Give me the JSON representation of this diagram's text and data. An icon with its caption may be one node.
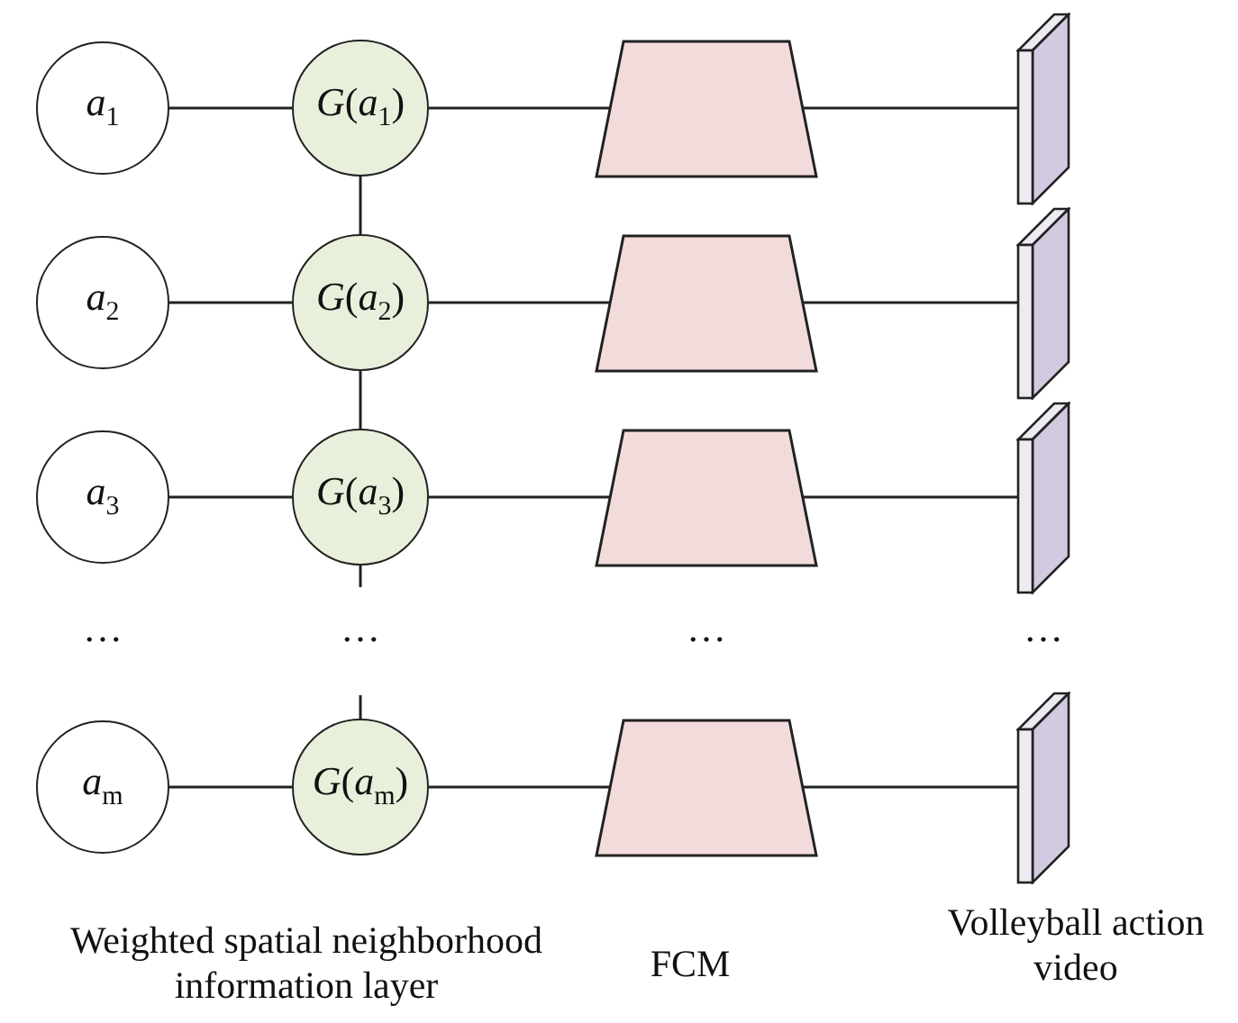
{
  "diagram": {
    "nodes": [
      {
        "text": [
          "*a*$_{1}$"
        ]
      },
      {
        "text": [
          "*G*(*a*$_{1}$)"
        ]
      },
      {
        "text": [],
        "shape": "trapezoid"
      },
      {
        "text": [],
        "shape": "plate"
      },
      {
        "text": [
          "*a*$_{2}$"
        ]
      },
      {
        "text": [
          "*G*(*a*$_{2}$)"
        ]
      },
      {
        "text": [],
        "shape": "trapezoid"
      },
      {
        "text": [],
        "shape": "plate"
      },
      {
        "text": [
          "*a*$_{3}$"
        ]
      },
      {
        "text": [
          "*G*(*a*$_{3}$)"
        ]
      },
      {
        "text": [],
        "shape": "trapezoid"
      },
      {
        "text": [],
        "shape": "plate"
      },
      {
        "text": [
          "*a*$_{m}$"
        ]
      },
      {
        "text": [
          "*G*(*a*$_{m}$)"
        ]
      },
      {
        "text": [],
        "shape": "trapezoid"
      },
      {
        "text": [],
        "shape": "plate"
      }
    ],
    "edges": [
      {
        "from": 0,
        "to": 1,
        "arrow": "none"
      },
      {
        "from": 1,
        "to": 2,
        "arrow": "none"
      },
      {
        "from": 2,
        "to": 3,
        "arrow": "none"
      },
      {
        "from": 4,
        "to": 5,
        "arrow": "none"
      },
      {
        "from": 5,
        "to": 6,
        "arrow": "none"
      },
      {
        "from": 6,
        "to": 7,
        "arrow": "none"
      },
      {
        "from": 8,
        "to": 9,
        "arrow": "none"
      },
      {
        "from": 9,
        "to": 10,
        "arrow": "none"
      },
      {
        "from": 10,
        "to": 11,
        "arrow": "none"
      },
      {
        "from": 12,
        "to": 13,
        "arrow": "none"
      },
      {
        "from": 13,
        "to": 14,
        "arrow": "none"
      },
      {
        "from": 14,
        "to": 15,
        "arrow": "none"
      },
      {
        "from": 1,
        "to": 5,
        "arrow": "none"
      },
      {
        "from": 5,
        "to": 9,
        "arrow": "none"
      },
      {
        "from": 9,
        "to": null,
        "arrow": "none"
      },
      {
        "from": null,
        "to": 13,
        "arrow": "none"
      }
    ],
    "labels": [
      "…",
      "…",
      "…",
      "…",
      "Weighted spatial neighborhood information layer",
      "FCM",
      "Volleyball action video"
    ]
  }
}
